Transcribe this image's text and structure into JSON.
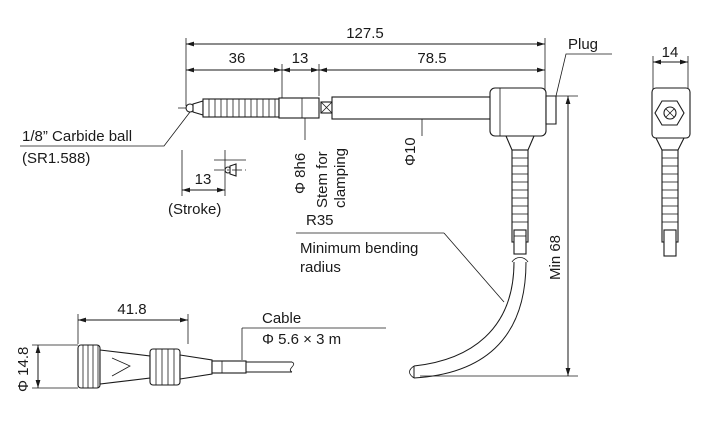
{
  "dimensions": {
    "overall_length": "127.5",
    "tip_length": "36",
    "mid_length": "13",
    "body_length": "78.5",
    "plug_width": "14",
    "stroke": "13",
    "min_height": "Min 68",
    "cable_connector_length": "41.8",
    "connector_diameter": "Φ 14.8",
    "stem_diameter": "Φ 8h6",
    "body_diameter": "Φ10",
    "bend_radius": "R35"
  },
  "labels": {
    "plug": "Plug",
    "carbide_ball": "1/8” Carbide ball",
    "sr": "(SR1.588)",
    "stroke": "(Stroke)",
    "stem_for": "Stem for",
    "clamping": "clamping",
    "minimum_bending": "Minimum bending",
    "radius": "radius",
    "cable": "Cable",
    "cable_size": "Φ 5.6 × 3 m"
  }
}
